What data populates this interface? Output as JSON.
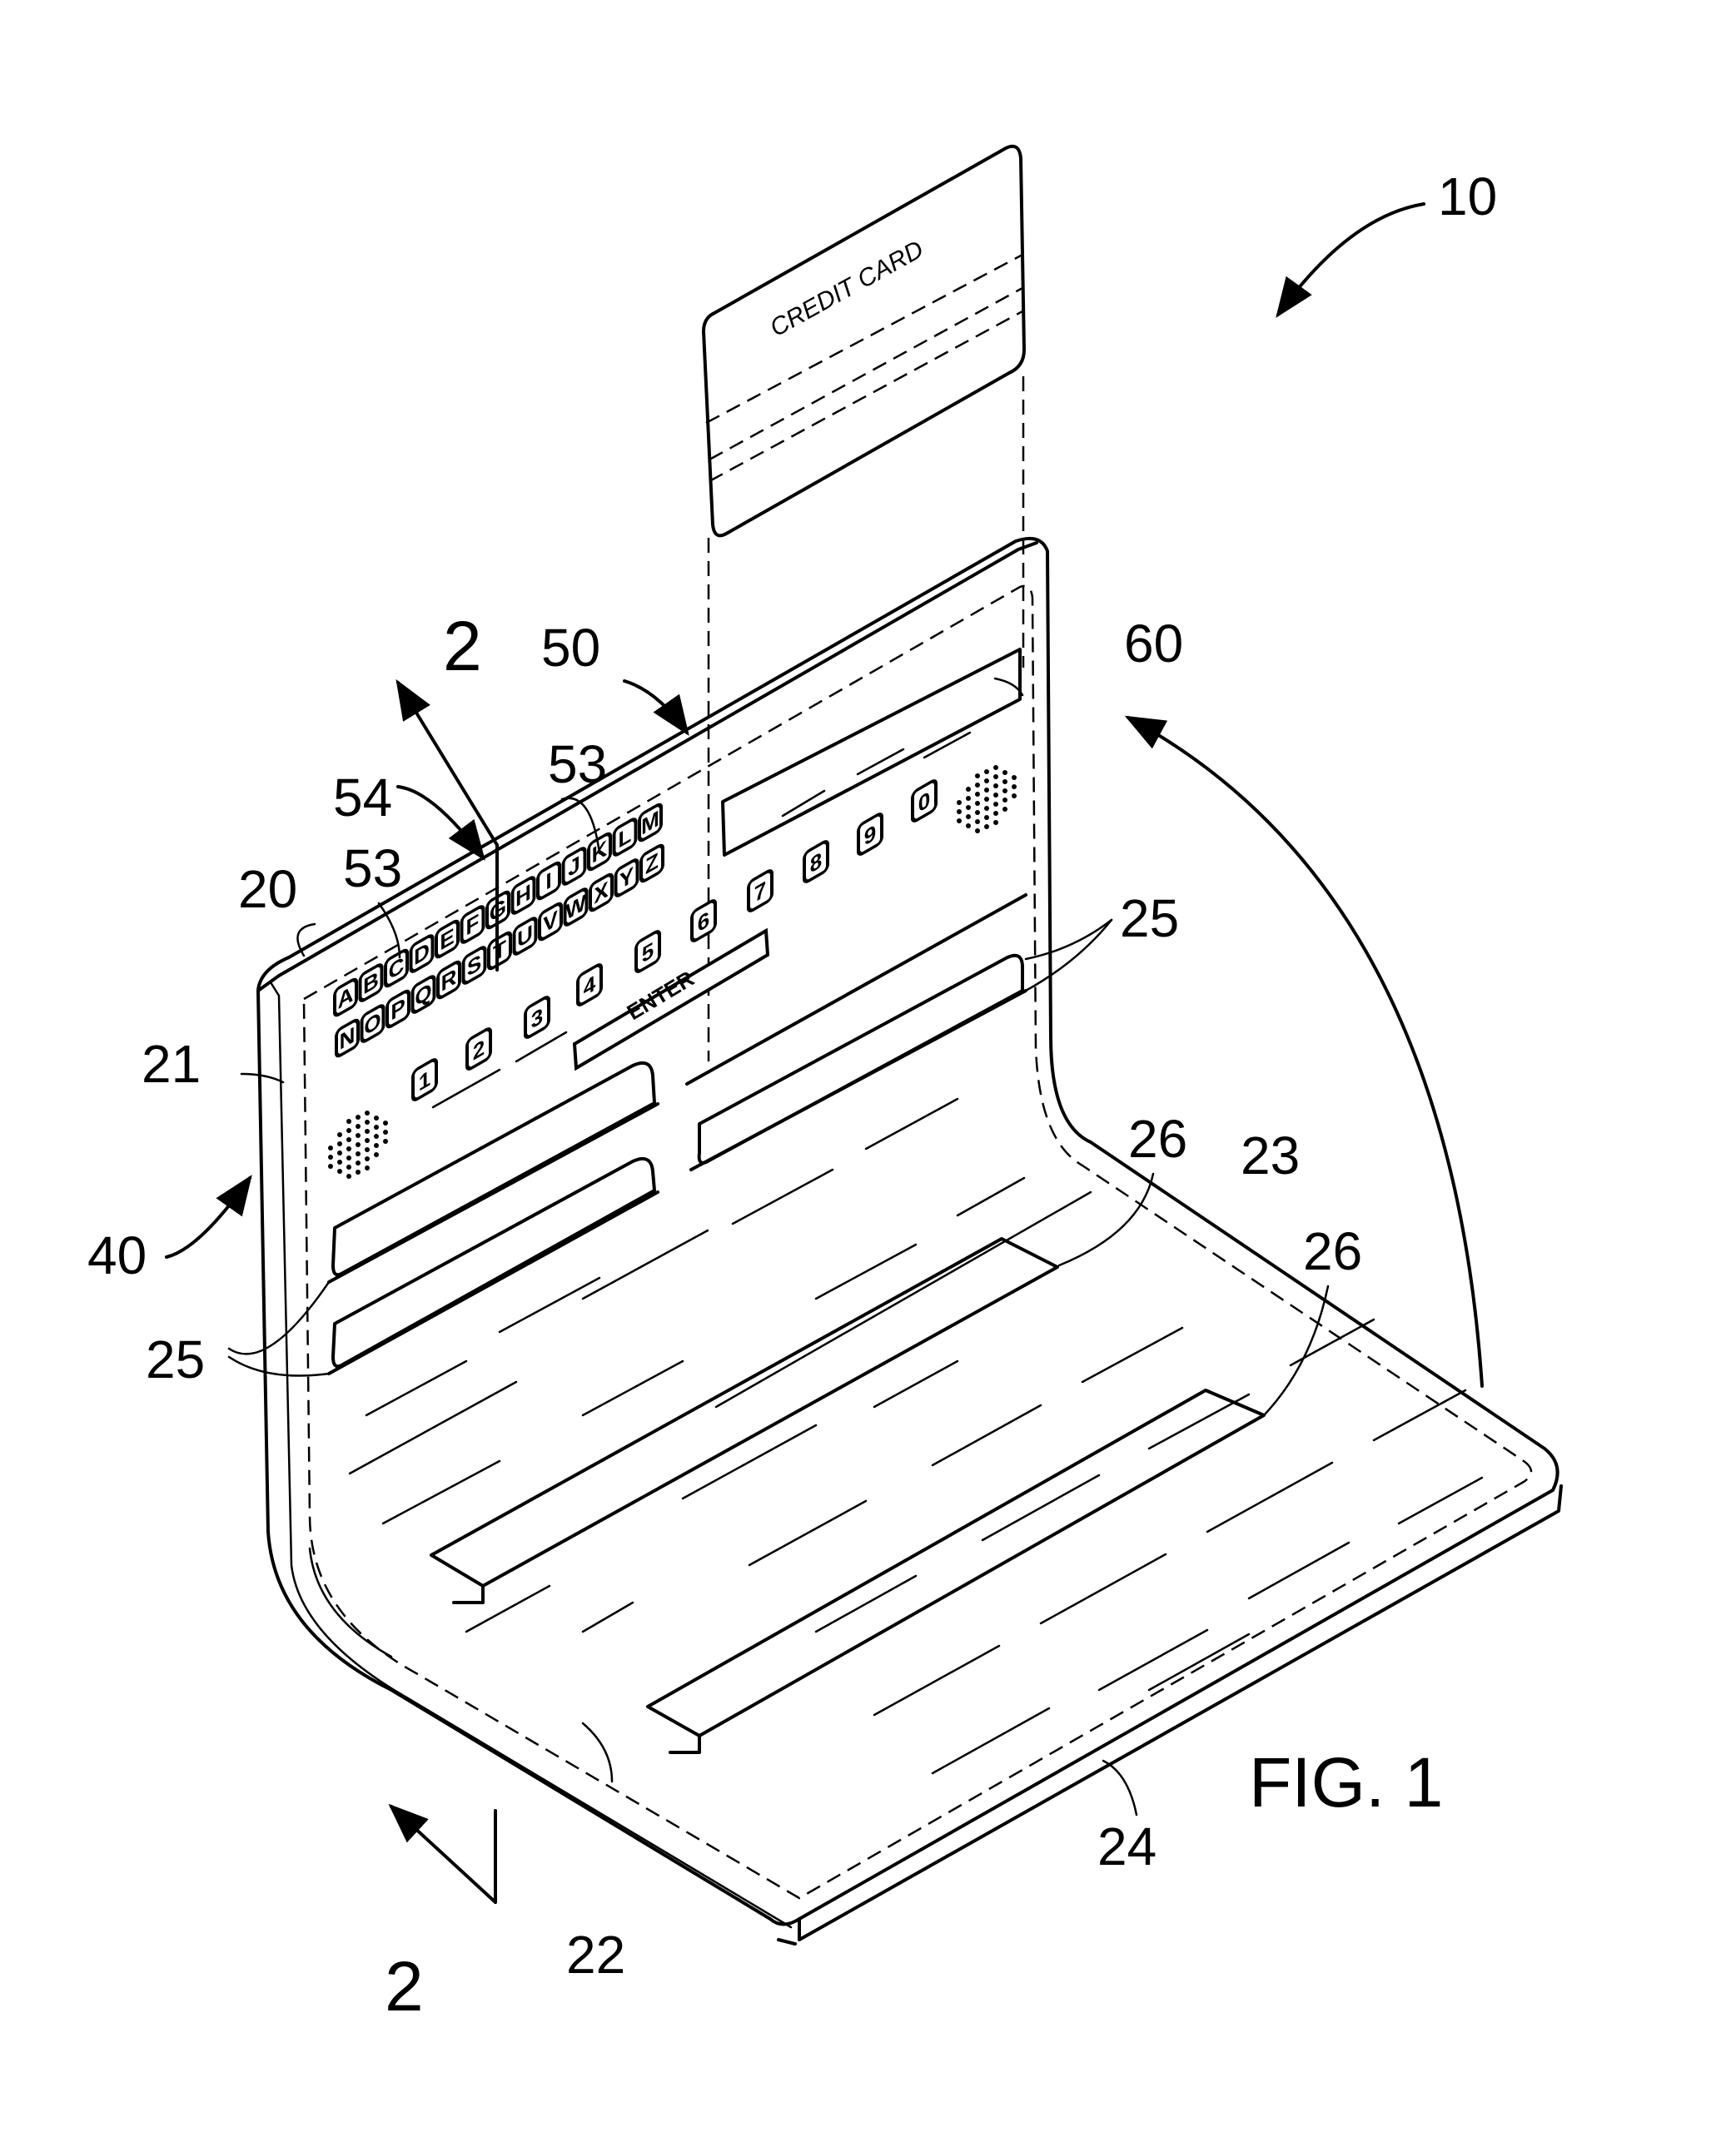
{
  "figure": {
    "title": "FIG. 1",
    "card_text": "CREDIT CARD",
    "enter_label": "ENTER",
    "letters_row1": [
      "A",
      "B",
      "C",
      "D",
      "E",
      "F",
      "G",
      "H",
      "I",
      "J",
      "K",
      "L",
      "M"
    ],
    "letters_row2": [
      "N",
      "O",
      "P",
      "Q",
      "R",
      "S",
      "T",
      "U",
      "V",
      "W",
      "X",
      "Y",
      "Z"
    ],
    "digits": [
      "1",
      "2",
      "3",
      "4",
      "5",
      "6",
      "7",
      "8",
      "9",
      "0"
    ]
  },
  "refs": {
    "r10": "10",
    "r2_top": "2",
    "r2_bottom": "2",
    "r50": "50",
    "r60": "60",
    "r53_a": "53",
    "r53_b": "53",
    "r54": "54",
    "r20": "20",
    "r21": "21",
    "r25_right": "25",
    "r25_left": "25",
    "r26_a": "26",
    "r26_b": "26",
    "r23": "23",
    "r40": "40",
    "r22": "22",
    "r24": "24"
  }
}
